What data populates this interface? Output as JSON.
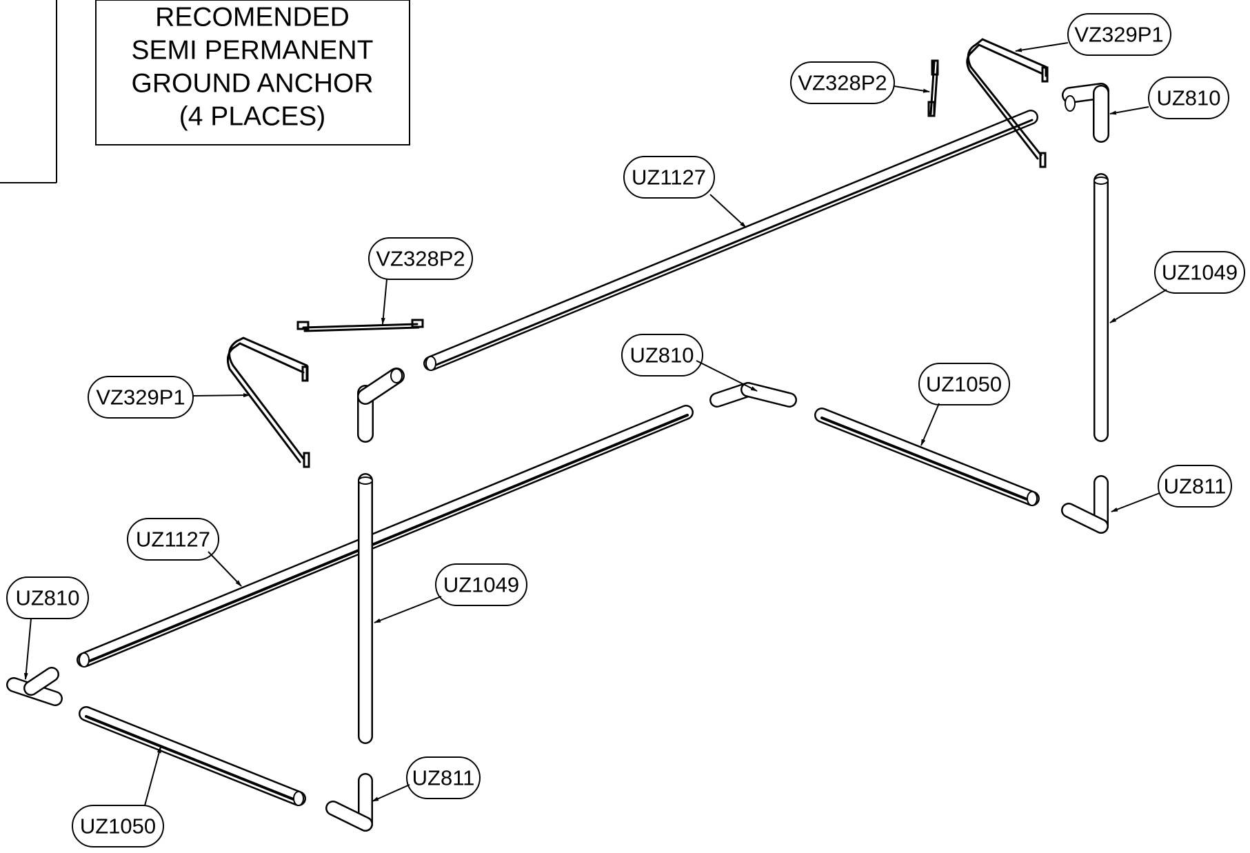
{
  "note": {
    "lines": [
      "RECOMENDED",
      "SEMI PERMANENT",
      "GROUND ANCHOR",
      "(4 PLACES)"
    ]
  },
  "callouts": [
    {
      "id": "vz329p1-top",
      "label": "VZ329P1"
    },
    {
      "id": "vz328p2-top",
      "label": "VZ328P2"
    },
    {
      "id": "uz810-top-right",
      "label": "UZ810"
    },
    {
      "id": "uz1127-top",
      "label": "UZ1127"
    },
    {
      "id": "uz1049-right",
      "label": "UZ1049"
    },
    {
      "id": "vz328p2-left",
      "label": "VZ328P2"
    },
    {
      "id": "uz810-center",
      "label": "UZ810"
    },
    {
      "id": "uz1050-right",
      "label": "UZ1050"
    },
    {
      "id": "vz329p1-left",
      "label": "VZ329P1"
    },
    {
      "id": "uz811-right",
      "label": "UZ811"
    },
    {
      "id": "uz1127-left",
      "label": "UZ1127"
    },
    {
      "id": "uz1049-center",
      "label": "UZ1049"
    },
    {
      "id": "uz810-left",
      "label": "UZ810"
    },
    {
      "id": "uz811-bottom",
      "label": "UZ811"
    },
    {
      "id": "uz1050-bottom",
      "label": "UZ1050"
    }
  ]
}
